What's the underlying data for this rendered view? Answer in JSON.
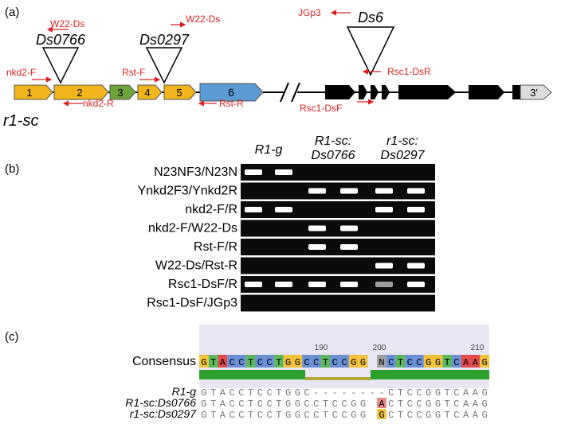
{
  "panels": {
    "a": "(a)",
    "b": "(b)",
    "c": "(c)"
  },
  "gene": {
    "name": "r1-sc",
    "exons": [
      {
        "label": "1",
        "color": "#f2b51b"
      },
      {
        "label": "2",
        "color": "#f2b51b"
      },
      {
        "label": "3",
        "color": "#6aa43b"
      },
      {
        "label": "4",
        "color": "#f2b51b"
      },
      {
        "label": "5",
        "color": "#f2b51b"
      },
      {
        "label": "6",
        "color": "#5b9bd5"
      }
    ],
    "last_exon": "3'",
    "insertions": [
      "Ds0766",
      "Ds0297",
      "Ds6"
    ],
    "primers": [
      "nkd2-F",
      "W22-Ds",
      "nkd2-R",
      "W22-Ds",
      "Rst-F",
      "Rst-R",
      "JGp3",
      "Rsc1-DsR",
      "Rsc1-DsF"
    ],
    "primer_color": "#e02020"
  },
  "gel": {
    "columns": [
      "R1-g",
      "R1-sc:",
      "Ds0766",
      "r1-sc:",
      "Ds0297"
    ],
    "rows": [
      {
        "label": "N23NF3/N23N",
        "bands": [
          1,
          1,
          0,
          0,
          0,
          0
        ]
      },
      {
        "label": "Ynkd2F3/Ynkd2R",
        "bands": [
          0,
          0,
          1,
          1,
          1,
          1
        ]
      },
      {
        "label": "nkd2-F/R",
        "bands": [
          1,
          1,
          0,
          0,
          1,
          1
        ]
      },
      {
        "label": "nkd2-F/W22-Ds",
        "bands": [
          0,
          0,
          1,
          1,
          0,
          0
        ]
      },
      {
        "label": "Rst-F/R",
        "bands": [
          0,
          0,
          1,
          1,
          0,
          0
        ]
      },
      {
        "label": "W22-Ds/Rst-R",
        "bands": [
          0,
          0,
          0,
          0,
          1,
          1
        ]
      },
      {
        "label": "Rsc1-DsF/R",
        "bands": [
          1,
          1,
          1,
          1,
          0.6,
          1
        ]
      },
      {
        "label": "Rsc1-DsF/JGp3",
        "bands": [
          0,
          0,
          0,
          0,
          0,
          0
        ]
      }
    ]
  },
  "alignment": {
    "title": "Consensus",
    "ticks": [
      "190",
      "200",
      "210"
    ],
    "consensus": "GTACCTCCTGGCCTCCGGNCTCCGGTCAAG",
    "rows": [
      {
        "label": "R1-g",
        "seq": "GTACCTCCTGGC--------CTCCGGTCAAG"
      },
      {
        "label": "R1-sc:Ds0766",
        "seq": "GTACCTCCTGGCCTCCGGACTCCGGTCAAG"
      },
      {
        "label": "r1-sc:Ds0297",
        "seq": "GTACCTCCTGGCCTCCGGGCTCCGGTCAAG"
      }
    ],
    "base_colors": {
      "A": "#e34a4a",
      "C": "#6a8fd6",
      "G": "#f3c23a",
      "T": "#5cb85c",
      "N": "#a0a0a0"
    }
  }
}
